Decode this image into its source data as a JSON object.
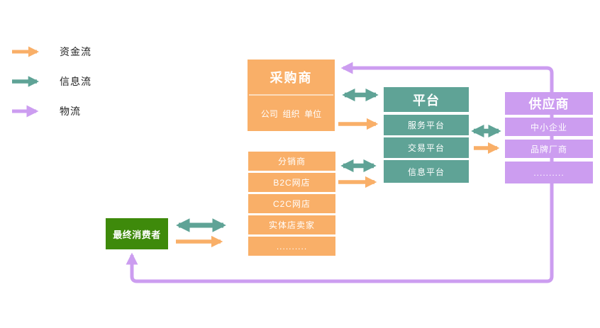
{
  "legend": {
    "items": [
      {
        "id": "capital-flow",
        "label": "资金流"
      },
      {
        "id": "information-flow",
        "label": "信息流"
      },
      {
        "id": "logistics-flow",
        "label": "物流"
      }
    ]
  },
  "colors": {
    "orange": "#F9AF68",
    "teal": "#5FA396",
    "purple": "#CC9DF0",
    "green": "#3E8A0B"
  },
  "nodes": {
    "purchaser": {
      "title": "采购商",
      "subtitle": "公司  组织  单位"
    },
    "platform": {
      "title": "平台",
      "rows": [
        "服务平台",
        "交易平台",
        "信息平台"
      ]
    },
    "supplier": {
      "title": "供应商",
      "rows": [
        "中小企业",
        "品牌厂商",
        ".........."
      ]
    },
    "sellers": {
      "rows": [
        "分销商",
        "B2C网店",
        "C2C网店",
        "实体店卖家",
        ".........."
      ]
    },
    "consumer": {
      "title": "最终消费者"
    }
  }
}
